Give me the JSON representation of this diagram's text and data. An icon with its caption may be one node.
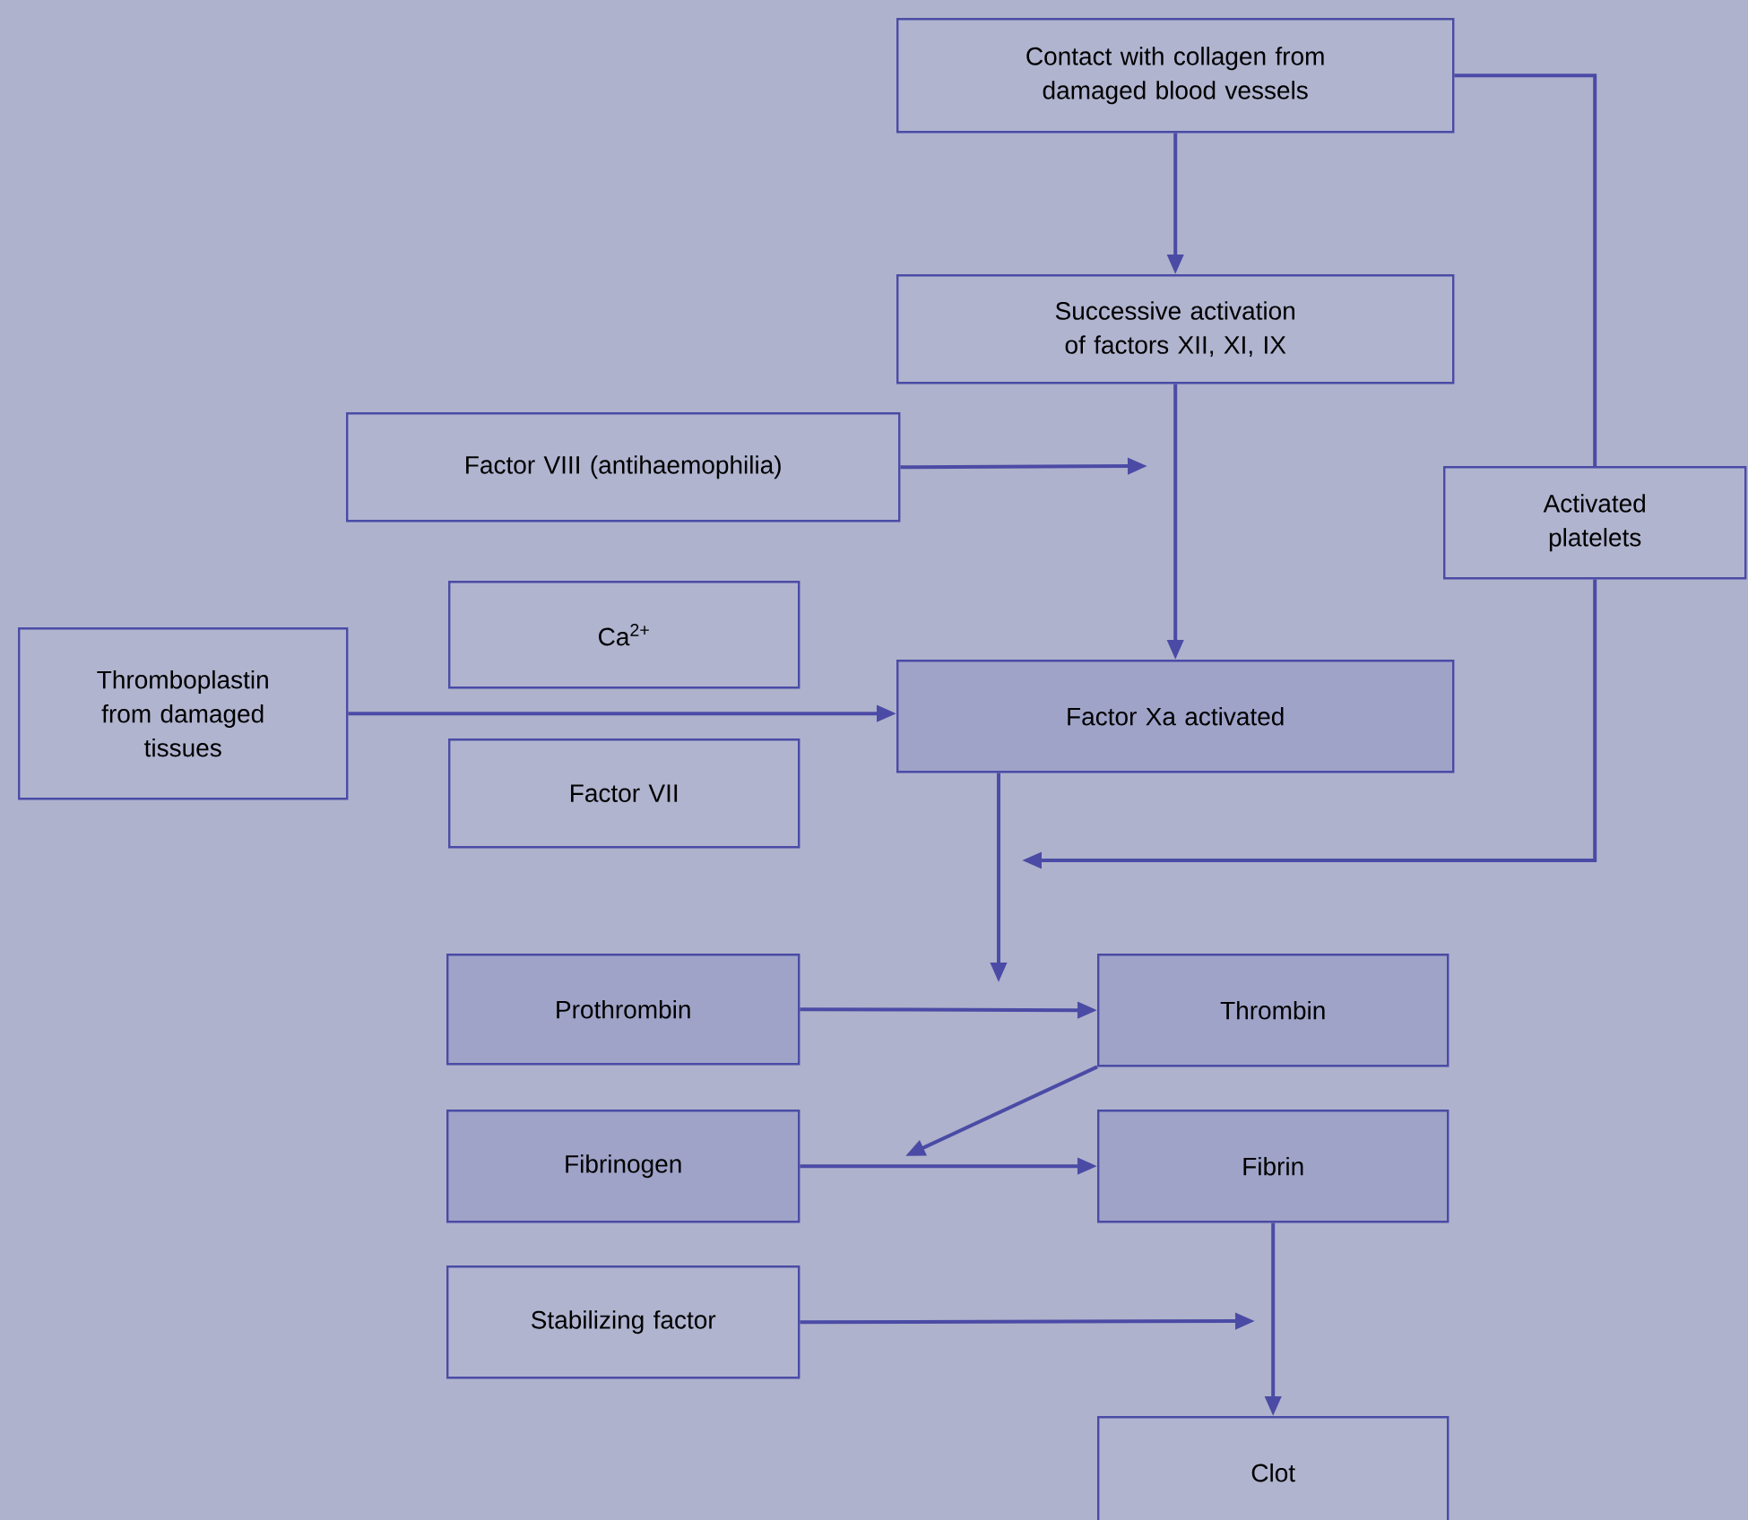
{
  "diagram": {
    "nodes": [
      {
        "text": [
          "Contact with collagen from damaged blood vessels"
        ]
      },
      {
        "text": [
          "Successive activation of factors XII, XI, IX"
        ]
      },
      {
        "text": [
          "Factor VIII (antihaemophilia)"
        ]
      },
      {
        "text": [
          "Activated platelets"
        ]
      },
      {
        "text": [
          "Ca$^{2+}$"
        ]
      },
      {
        "text": [
          "Thromboplastin from damaged tissues"
        ]
      },
      {
        "text": [
          "Factor Xa activated"
        ]
      },
      {
        "text": [
          "Factor VII"
        ]
      },
      {
        "text": [
          "Prothrombin"
        ]
      },
      {
        "text": [
          "Thrombin"
        ]
      },
      {
        "text": [
          "Fibrinogen"
        ]
      },
      {
        "text": [
          "Fibrin"
        ]
      },
      {
        "text": [
          "Stabilizing factor"
        ]
      },
      {
        "text": [
          "Clot"
        ]
      }
    ],
    "edges": [
      {
        "from": 0,
        "to": 1,
        "arrow": "to"
      },
      {
        "from": 0,
        "to": 3,
        "arrow": "none"
      },
      {
        "from": 1,
        "to": 6,
        "arrow": "to"
      },
      {
        "from": 2,
        "to": null,
        "arrow": "to"
      },
      {
        "from": 5,
        "to": 6,
        "arrow": "to"
      },
      {
        "from": 6,
        "to": null,
        "arrow": "to"
      },
      {
        "from": 3,
        "to": null,
        "arrow": "to"
      },
      {
        "from": 8,
        "to": 9,
        "arrow": "to"
      },
      {
        "from": 9,
        "to": null,
        "arrow": "to"
      },
      {
        "from": 10,
        "to": 11,
        "arrow": "to"
      },
      {
        "from": 12,
        "to": null,
        "arrow": "to"
      },
      {
        "from": 11,
        "to": 13,
        "arrow": "to"
      }
    ]
  }
}
